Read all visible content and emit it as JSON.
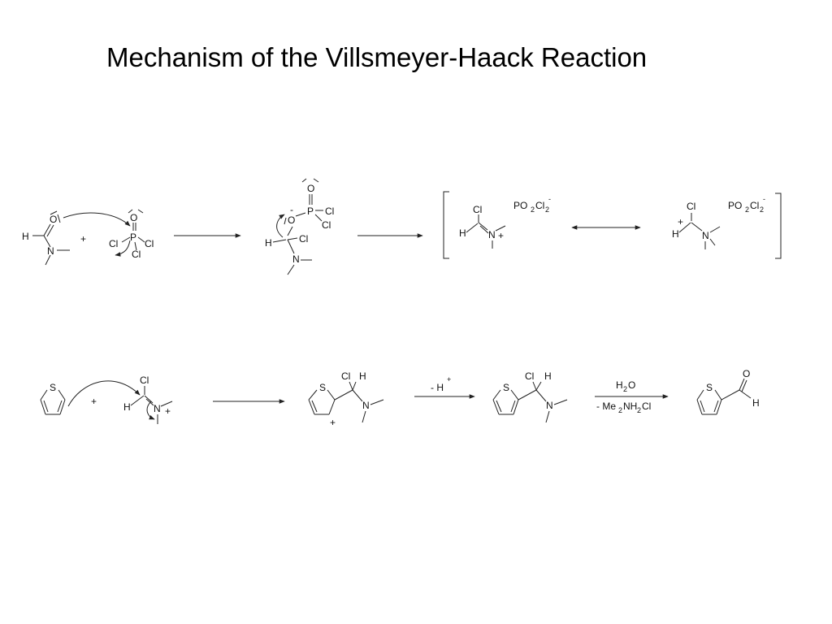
{
  "title": "Mechanism of the Villsmeyer-Haack Reaction",
  "labels": {
    "O": "O",
    "H": "H",
    "N": "N",
    "P": "P",
    "Cl": "Cl",
    "S": "S",
    "plus": "+",
    "minus": "-",
    "PO": "PO",
    "Cl_in_PO2Cl2": "Cl",
    "two": "2",
    "minus_h": "- H",
    "h2": "H",
    "h2o_o": "O",
    "me": "- Me",
    "nh": "NH",
    "cl_salt": "Cl"
  },
  "colors": {
    "ink": "#111111",
    "background": "#ffffff"
  }
}
